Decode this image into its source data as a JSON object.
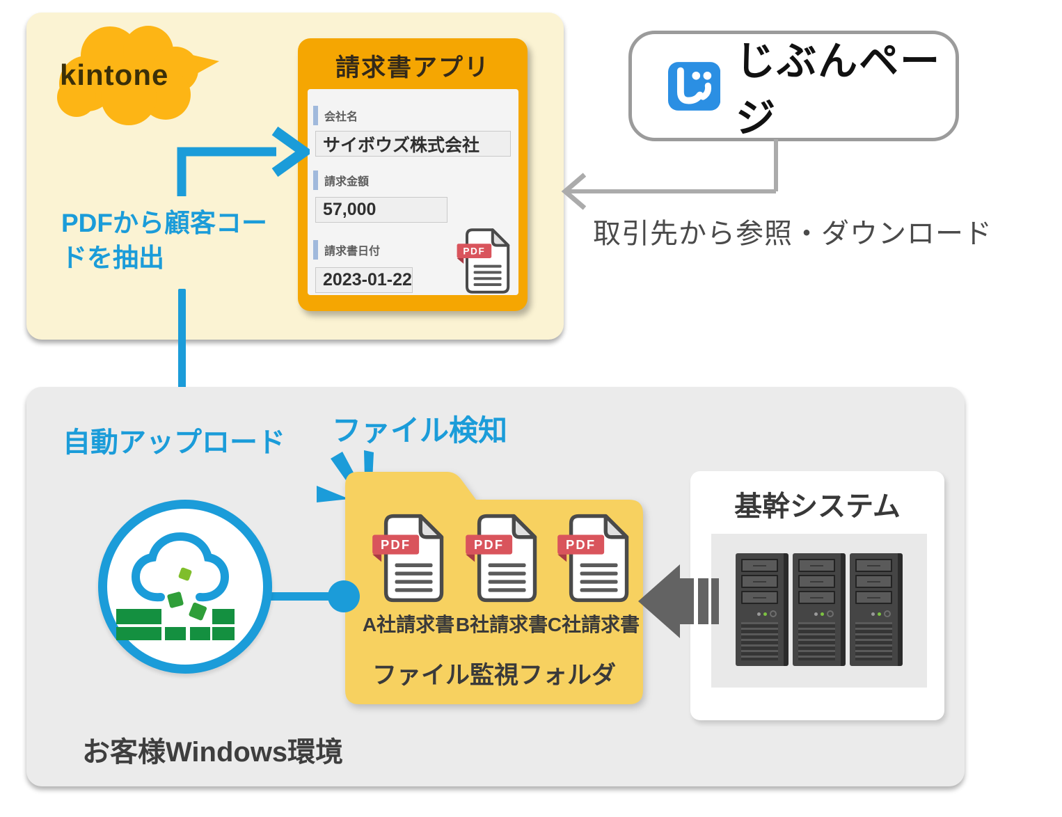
{
  "kintone_area": {
    "logo_text": "kintone",
    "extract_line1": "PDFから顧客コー",
    "extract_line2": "ドを抽出",
    "invoice_app": {
      "title": "請求書アプリ",
      "fields": [
        {
          "label": "会社名",
          "value": "サイボウズ株式会社"
        },
        {
          "label": "請求金額",
          "value": "57,000"
        },
        {
          "label": "請求書日付",
          "value": "2023-01-22"
        }
      ],
      "pdf_label": "PDF"
    }
  },
  "jibun_page": {
    "logo_text": "じぶんページ",
    "caption": "取引先から参照・ダウンロード"
  },
  "windows_env": {
    "title": "お客様Windows環境",
    "auto_upload_label": "自動アップロード",
    "file_detect_label": "ファイル検知",
    "watch_folder": {
      "title": "ファイル監視フォルダ",
      "files": [
        {
          "badge": "PDF",
          "name": "A社請求書"
        },
        {
          "badge": "PDF",
          "name": "B社請求書"
        },
        {
          "badge": "PDF",
          "name": "C社請求書"
        }
      ]
    },
    "core_system": {
      "title": "基幹システム"
    }
  },
  "colors": {
    "accent_blue": "#1B9CD9",
    "kintone_orange": "#FDB515",
    "card_orange": "#F5A602",
    "panel_cream": "#FBF3D3",
    "folder_yellow": "#F7D160",
    "panel_gray": "#EBEBEB",
    "pdf_red": "#D9545C",
    "green_dark": "#149040",
    "green_light": "#7FBE2B",
    "dark_arrow_gray": "#636363",
    "connector_gray": "#ABABAB",
    "field_bar_blue": "#A0B9DC"
  }
}
